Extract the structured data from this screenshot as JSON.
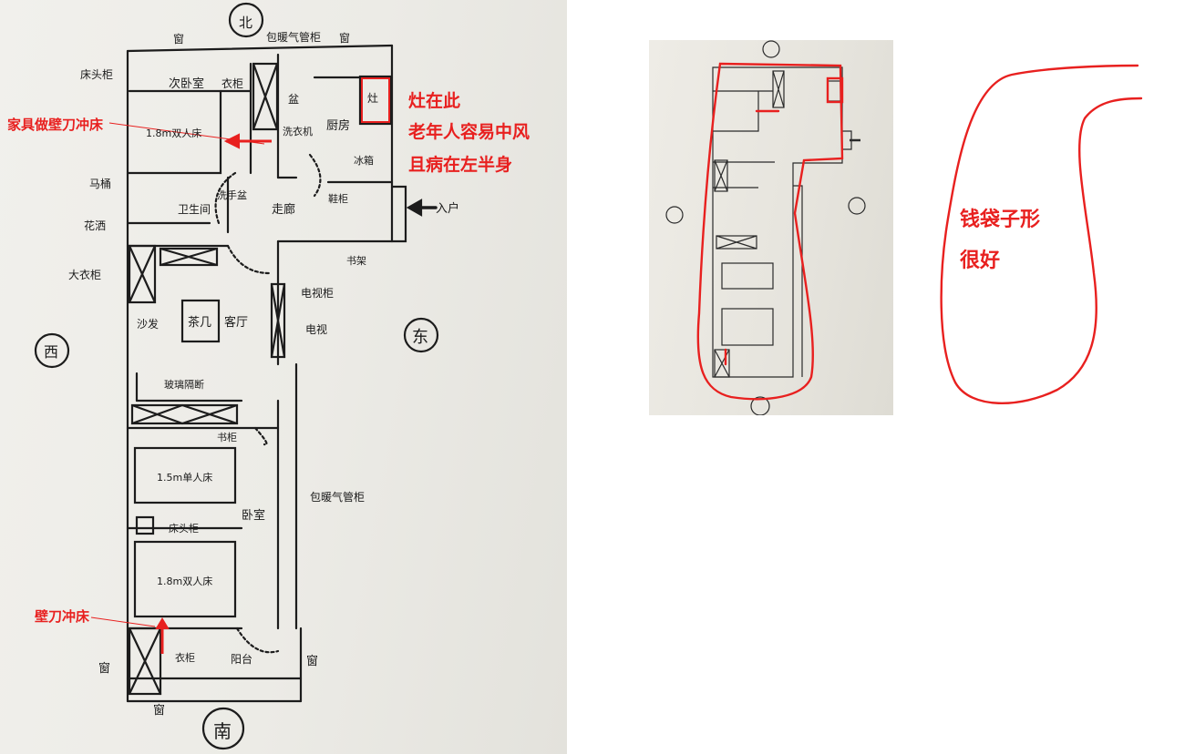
{
  "left_plan": {
    "compass": {
      "north": "北",
      "south": "南",
      "west": "西",
      "east": "东"
    },
    "rooms": {
      "second_bedroom": "次卧室",
      "bed_18_top": "1.8m双人床",
      "kitchen": "厨房",
      "bathroom": "卫生间",
      "corridor": "走廊",
      "living_room": "客厅",
      "bed_15": "1.5m单人床",
      "master_bedroom": "卧室",
      "bed_18_bottom": "1.8m双人床",
      "balcony": "阳台"
    },
    "furniture": {
      "window_top": "窗",
      "hidden_pipe_top": "包暖气管柜",
      "window_top_right": "窗",
      "bedside_top": "床头柜",
      "wardrobe_top": "衣柜",
      "basin_kitchen": "盆",
      "stove": "灶",
      "washer": "洗衣机",
      "fridge": "冰箱",
      "toilet": "马桶",
      "shower": "花洒",
      "basin_bath": "洗手盆",
      "shoe_cabinet": "鞋柜",
      "entrance": "入户",
      "bookshelf": "书架",
      "big_wardrobe": "大衣柜",
      "tv_cabinet": "电视柜",
      "tv": "电视",
      "sofa": "沙发",
      "tea_table": "茶几",
      "glass_partition": "玻璃隔断",
      "bookcase": "书柜",
      "hidden_pipe_right": "包暖气管柜",
      "bedside_bottom": "床头柜",
      "closet_bottom": "衣柜",
      "window_bl": "窗",
      "window_bottom": "窗",
      "window_br": "窗"
    }
  },
  "annotations": {
    "furniture_note": "家具做壁刀冲床",
    "stove_note_1": "灶在此",
    "stove_note_2": "老年人容易中风",
    "stove_note_3": "且病在左半身",
    "blade_note": "壁刀冲床",
    "shape_note_1": "钱袋子形",
    "shape_note_2": "很好"
  },
  "colors": {
    "annotation_red": "#e8201f",
    "ink": "#1a1a1a"
  }
}
